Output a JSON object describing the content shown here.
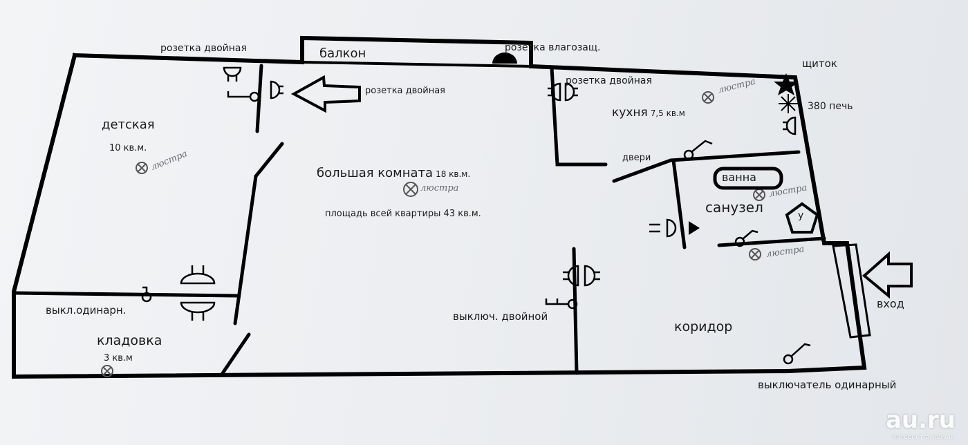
{
  "plan": {
    "rooms": {
      "balcony": "балкон",
      "nursery": "детская",
      "nursery_area": "10 кв.м.",
      "big_room": "большая комната",
      "big_room_area": "18 кв.м.",
      "total_area": "площадь всей квартиры 43 кв.м.",
      "kitchen": "кухня",
      "kitchen_area": "7,5 кв.м",
      "bath": "ванна",
      "bathroom": "санузел",
      "corridor": "коридор",
      "pantry": "кладовка",
      "pantry_area": "3 кв.м"
    },
    "labels": {
      "socket_double_top": "розетка двойная",
      "socket_waterproof": "розетка влагозащ.",
      "socket_double_nursery": "розетка двойная",
      "socket_double_kitchen": "розетка двойная",
      "panel": "щиток",
      "stove": "380 печь",
      "doors": "двери",
      "entrance": "вход",
      "switch_single_pantry": "выкл.одинарн.",
      "switch_double": "выключ. двойной",
      "switch_single": "выключатель  одинарный",
      "toilet_symbol": "у"
    },
    "handwritten": {
      "nursery": "люстра",
      "big_room": "люстра",
      "kitchen": "люстра",
      "bathroom": "люстра",
      "corridor": "люстра"
    }
  },
  "watermark": {
    "brand": "au.ru",
    "tagline": "интернет-аукцион"
  },
  "colors": {
    "ink": "#000000",
    "paper": "#eceef1",
    "pencil": "#6a6a72"
  }
}
